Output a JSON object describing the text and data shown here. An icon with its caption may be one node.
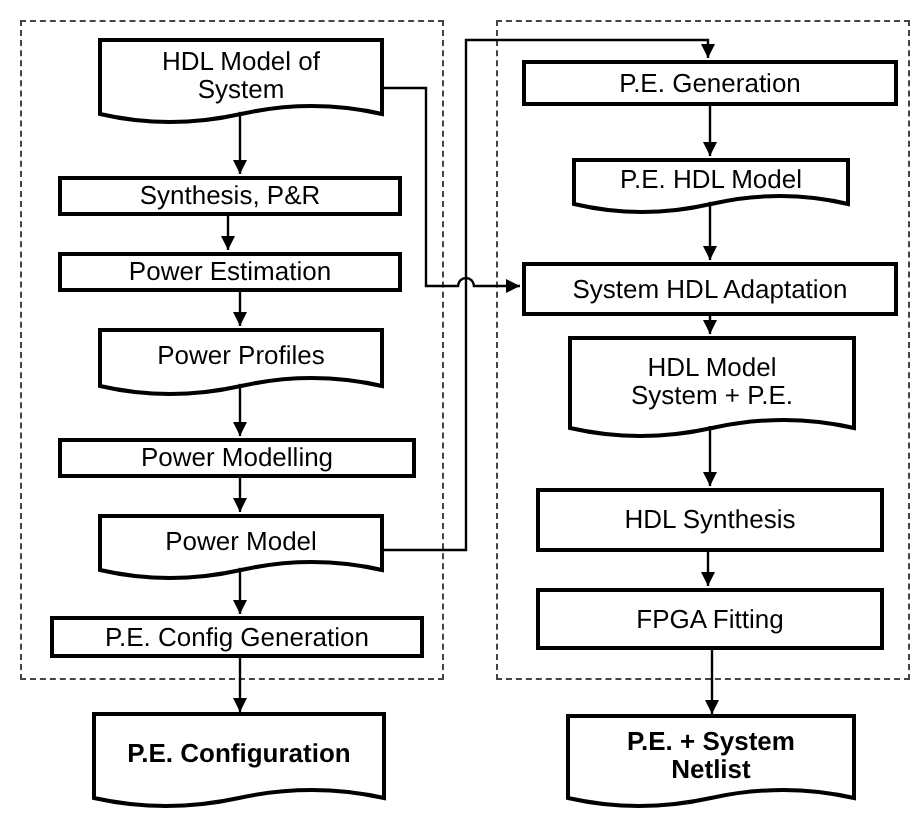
{
  "diagram": {
    "nodes": [
      {
        "text": [],
        "shape": "box"
      },
      {
        "text": [
          "HDL Model of System"
        ],
        "in": 0
      },
      {
        "text": [
          "Synthesis, P&R"
        ],
        "in": 0
      },
      {
        "text": [
          "Power Estimation"
        ],
        "in": 0
      },
      {
        "text": [
          "Power Profiles"
        ],
        "in": 0
      },
      {
        "text": [
          "Power Modelling"
        ],
        "in": 0
      },
      {
        "text": [
          "Power Model"
        ],
        "in": 0
      },
      {
        "text": [
          "P.E. Config Generation"
        ],
        "in": 0
      },
      {
        "text": [
          "P.E. Configuration"
        ]
      },
      {
        "text": [],
        "shape": "box"
      },
      {
        "text": [
          "P.E. Generation"
        ],
        "in": 9
      },
      {
        "text": [
          "P.E. HDL Model"
        ],
        "in": 9
      },
      {
        "text": [
          "System HDL Adaptation"
        ],
        "in": 9
      },
      {
        "text": [
          "HDL Model System + P.E."
        ],
        "in": 9
      },
      {
        "text": [
          "HDL Synthesis"
        ],
        "in": 9
      },
      {
        "text": [
          "FPGA Fitting"
        ],
        "in": 9
      },
      {
        "text": [
          "P.E. + System Netlist"
        ]
      }
    ],
    "edges": [
      {
        "from": 1,
        "to": 2,
        "arrow": "to"
      },
      {
        "from": 2,
        "to": 3,
        "arrow": "to"
      },
      {
        "from": 3,
        "to": 4,
        "arrow": "to"
      },
      {
        "from": 4,
        "to": 5,
        "arrow": "to"
      },
      {
        "from": 5,
        "to": 6,
        "arrow": "to"
      },
      {
        "from": 6,
        "to": 7,
        "arrow": "to"
      },
      {
        "from": 7,
        "to": 8,
        "arrow": "to"
      },
      {
        "from": 1,
        "to": 12,
        "arrow": "to"
      },
      {
        "from": 6,
        "to": 10,
        "arrow": "to"
      },
      {
        "from": 10,
        "to": 11,
        "arrow": "to"
      },
      {
        "from": 11,
        "to": 12,
        "arrow": "to"
      },
      {
        "from": 12,
        "to": 13,
        "arrow": "to"
      },
      {
        "from": 13,
        "to": 14,
        "arrow": "to"
      },
      {
        "from": 14,
        "to": 15,
        "arrow": "to"
      },
      {
        "from": 15,
        "to": 16,
        "arrow": "to"
      }
    ]
  }
}
